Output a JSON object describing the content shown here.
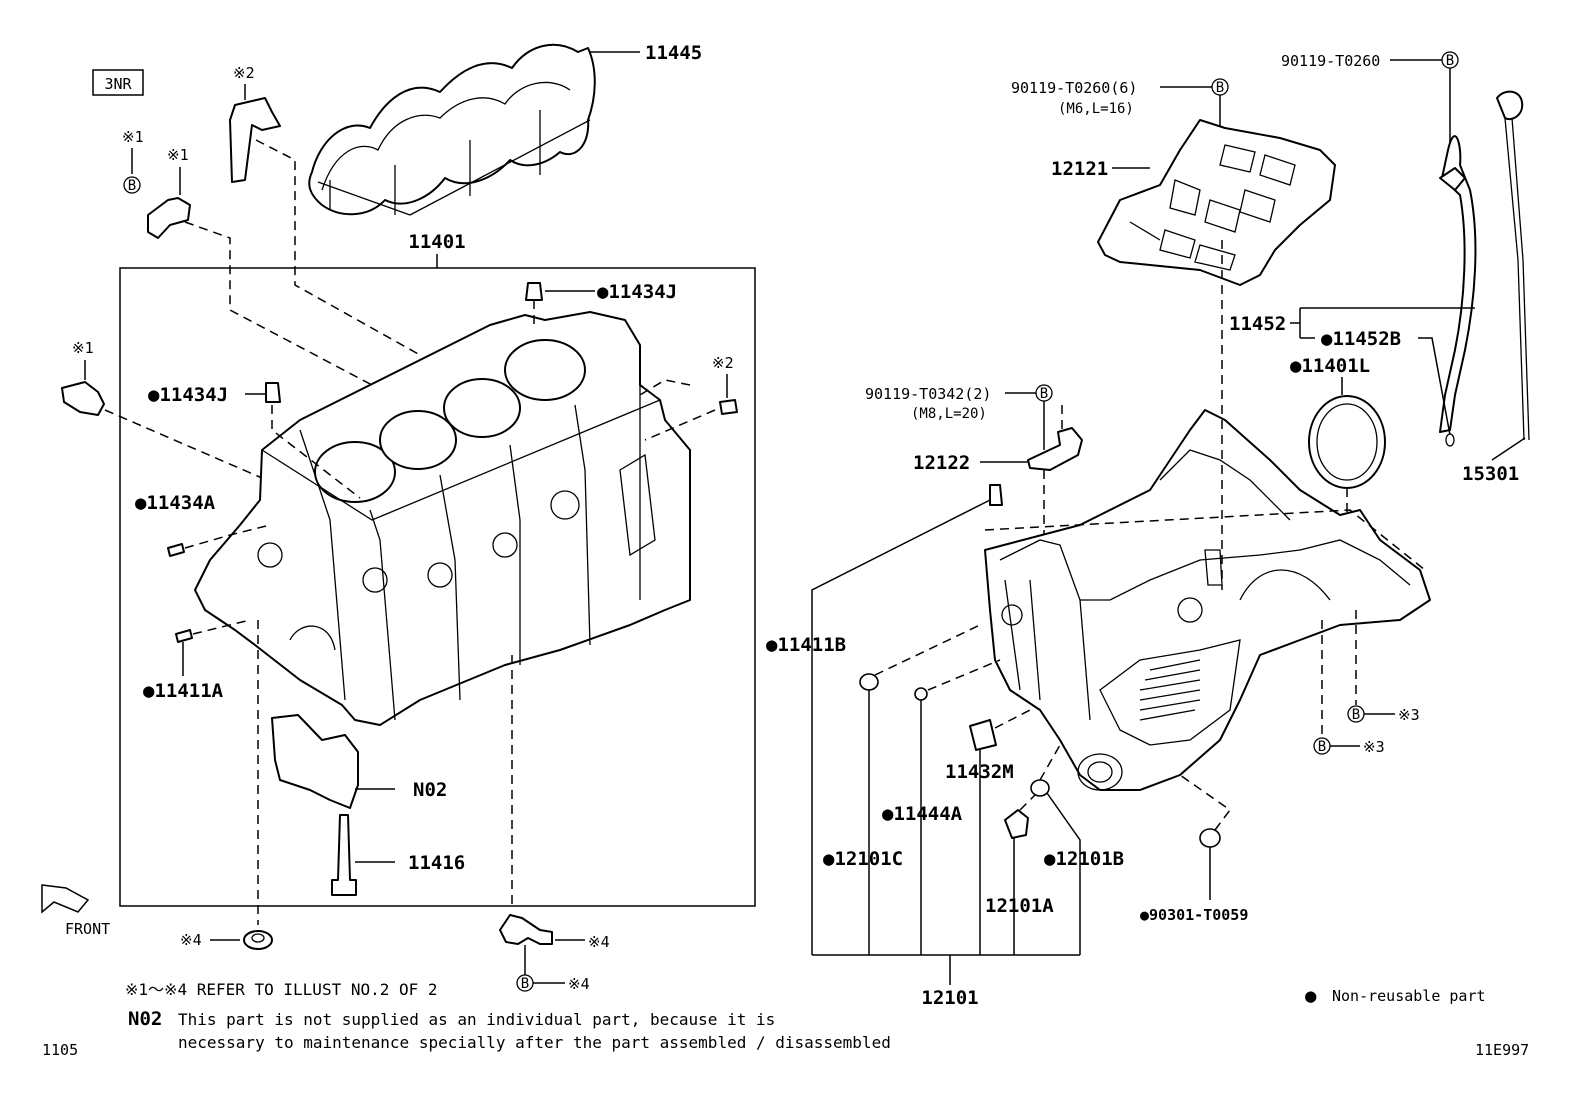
{
  "diagram": {
    "engine_tag": "3NR",
    "front_label": "FRONT",
    "page_number": "1105",
    "illustration_code": "11E997",
    "legend": {
      "symbol": "●",
      "text": "Non-reusable part"
    },
    "refer_note": "※1～※4 REFER TO ILLUST NO.2 OF 2",
    "n02_note": {
      "code": "N02",
      "line1": "This part is not supplied as an individual part, because it is",
      "line2": "necessary to maintenance specially after the part assembled / disassembled"
    },
    "marks": {
      "b": "B",
      "x1": "※1",
      "x2": "※2",
      "x3": "※3",
      "x4": "※4"
    },
    "parts": {
      "p11445": "11445",
      "p11401": "11401",
      "p11434J_a": "●11434J",
      "p11434J_b": "●11434J",
      "p11434A": "●11434A",
      "p11411A": "●11411A",
      "pN02": "N02",
      "p11416": "11416",
      "p90119_T0260_6": "90119-T0260(6)",
      "spec_m6": "(M6,L=16)",
      "p90119_T0260": "90119-T0260",
      "p12121": "12121",
      "p11452": "11452",
      "p11452B": "●11452B",
      "p11401L": "●11401L",
      "p90119_T0342_2": "90119-T0342(2)",
      "spec_m8": "(M8,L=20)",
      "p12122": "12122",
      "p15301": "15301",
      "p11411B": "●11411B",
      "p11432M": "11432M",
      "p11444A": "●11444A",
      "p12101C": "●12101C",
      "p12101B": "●12101B",
      "p12101A": "12101A",
      "p90301_T0059": "●90301-T0059",
      "p12101": "12101"
    }
  }
}
